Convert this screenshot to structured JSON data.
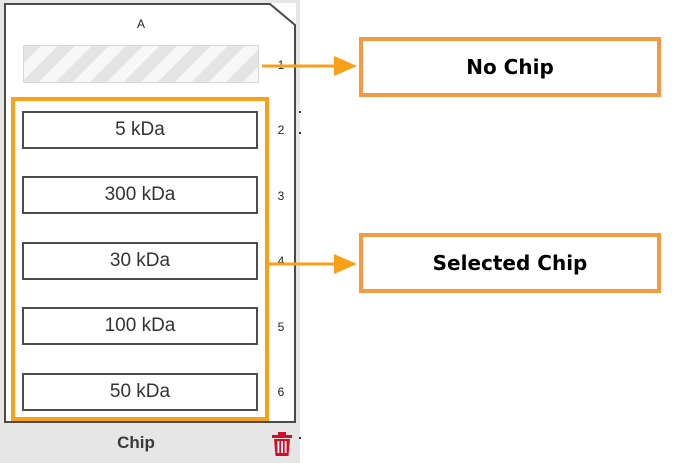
{
  "cartridge": {
    "column_label": "A",
    "empty_slot": {
      "row": "1",
      "state": "empty"
    },
    "chips": [
      {
        "label": "5 kDa",
        "row": "2"
      },
      {
        "label": "300 kDa",
        "row": "3"
      },
      {
        "label": "30 kDa",
        "row": "4"
      },
      {
        "label": "100 kDa",
        "row": "5"
      },
      {
        "label": "50 kDa",
        "row": "6"
      }
    ],
    "footer_label": "Chip",
    "delete_icon": "trash-icon"
  },
  "callouts": {
    "no_chip": "No Chip",
    "selected_chip": "Selected Chip"
  },
  "colors": {
    "highlight": "#f7a11a",
    "callout_border": "#f39a44",
    "delete_icon": "#d0102b",
    "chip_border": "#4d4d4d"
  }
}
